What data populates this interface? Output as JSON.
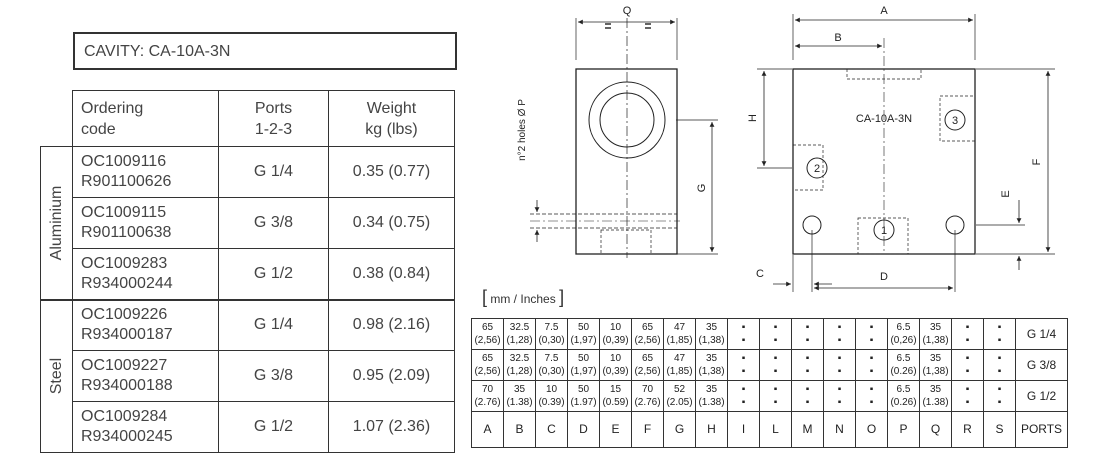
{
  "cavity_label": "CAVITY: CA-10A-3N",
  "table_header": {
    "code_l1": "Ordering",
    "code_l2": "code",
    "ports_l1": "Ports",
    "ports_l2": "1-2-3",
    "weight_l1": "Weight",
    "weight_l2": "kg (lbs)"
  },
  "materials": [
    "Aluminium",
    "Steel"
  ],
  "rows": [
    {
      "code1": "OC1009116",
      "code2": "R901100626",
      "port": "G 1/4",
      "weight": "0.35 (0.77)"
    },
    {
      "code1": "OC1009115",
      "code2": "R901100638",
      "port": "G 3/8",
      "weight": "0.34 (0.75)"
    },
    {
      "code1": "OC1009283",
      "code2": "R934000244",
      "port": "G 1/2",
      "weight": "0.38 (0.84)"
    },
    {
      "code1": "OC1009226",
      "code2": "R934000187",
      "port": "G 1/4",
      "weight": "0.98 (2.16)"
    },
    {
      "code1": "OC1009227",
      "code2": "R934000188",
      "port": "G 3/8",
      "weight": "0.95 (2.09)"
    },
    {
      "code1": "OC1009284",
      "code2": "R934000245",
      "port": "G 1/2",
      "weight": "1.07 (2.36)"
    }
  ],
  "units_label": "mm / Inches",
  "dims": {
    "rows": [
      {
        "cells": [
          [
            "65",
            "(2,56)"
          ],
          [
            "32.5",
            "(1,28)"
          ],
          [
            "7.5",
            "(0,30)"
          ],
          [
            "50",
            "(1,97)"
          ],
          [
            "10",
            "(0,39)"
          ],
          [
            "65",
            "(2,56)"
          ],
          [
            "47",
            "(1,85)"
          ],
          [
            "35",
            "(1,38)"
          ],
          [
            "▪",
            "▪"
          ],
          [
            "▪",
            "▪"
          ],
          [
            "▪",
            "▪"
          ],
          [
            "▪",
            "▪"
          ],
          [
            "▪",
            "▪"
          ],
          [
            "6.5",
            "(0,26)"
          ],
          [
            "35",
            "(1,38)"
          ],
          [
            "▪",
            "▪"
          ],
          [
            "▪",
            "▪"
          ]
        ],
        "port": "G 1/4"
      },
      {
        "cells": [
          [
            "65",
            "(2,56)"
          ],
          [
            "32.5",
            "(1,28)"
          ],
          [
            "7.5",
            "(0,30)"
          ],
          [
            "50",
            "(1,97)"
          ],
          [
            "10",
            "(0,39)"
          ],
          [
            "65",
            "(2,56)"
          ],
          [
            "47",
            "(1,85)"
          ],
          [
            "35",
            "(1,38)"
          ],
          [
            "▪",
            "▪"
          ],
          [
            "▪",
            "▪"
          ],
          [
            "▪",
            "▪"
          ],
          [
            "▪",
            "▪"
          ],
          [
            "▪",
            "▪"
          ],
          [
            "6.5",
            "(0.26)"
          ],
          [
            "35",
            "(1,38)"
          ],
          [
            "▪",
            "▪"
          ],
          [
            "▪",
            "▪"
          ]
        ],
        "port": "G 3/8"
      },
      {
        "cells": [
          [
            "70",
            "(2.76)"
          ],
          [
            "35",
            "(1.38)"
          ],
          [
            "10",
            "(0.39)"
          ],
          [
            "50",
            "(1.97)"
          ],
          [
            "15",
            "(0.59)"
          ],
          [
            "70",
            "(2.76)"
          ],
          [
            "52",
            "(2.05)"
          ],
          [
            "35",
            "(1.38)"
          ],
          [
            "▪",
            "▪"
          ],
          [
            "▪",
            "▪"
          ],
          [
            "▪",
            "▪"
          ],
          [
            "▪",
            "▪"
          ],
          [
            "▪",
            "▪"
          ],
          [
            "6.5",
            "(0.26)"
          ],
          [
            "35",
            "(1.38)"
          ],
          [
            "▪",
            "▪"
          ],
          [
            "▪",
            "▪"
          ]
        ],
        "port": "G 1/2"
      }
    ],
    "letters": [
      "A",
      "B",
      "C",
      "D",
      "E",
      "F",
      "G",
      "H",
      "I",
      "L",
      "M",
      "N",
      "O",
      "P",
      "Q",
      "R",
      "S"
    ],
    "ports_label": "PORTS"
  },
  "drawing": {
    "side": {
      "q": "Q",
      "g": "G",
      "holes": "n°2 holes Ø P"
    },
    "top": {
      "a": "A",
      "b": "B",
      "c": "C",
      "d": "D",
      "e": "E",
      "f": "F",
      "h": "H",
      "cavity": "CA-10A-3N",
      "p1": "1",
      "p2": "2",
      "p3": "3"
    }
  }
}
